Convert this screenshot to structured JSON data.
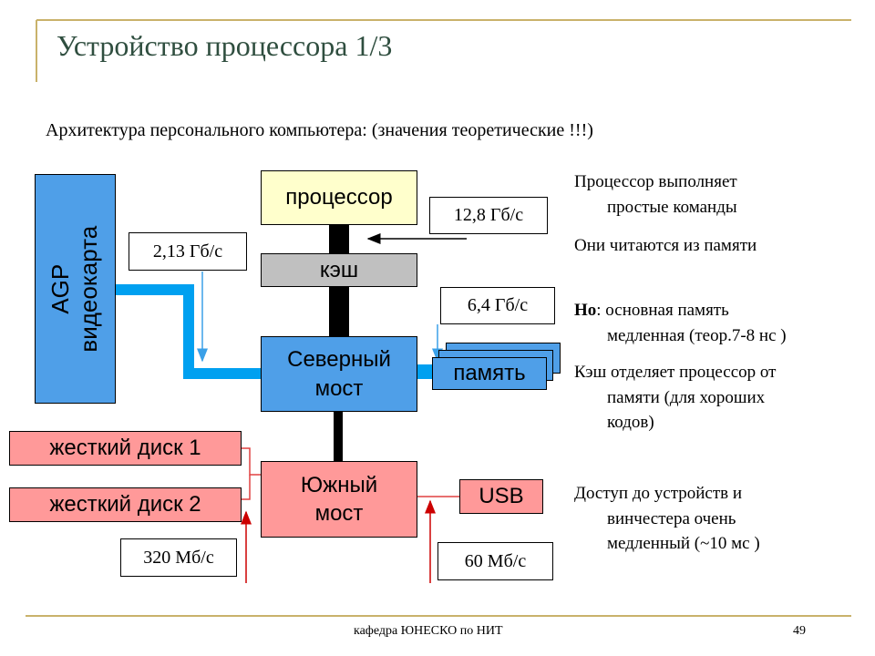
{
  "slide": {
    "title": "Устройство процессора 1/3",
    "subtitle": "Архитектура персонального компьютера: (значения теоретические !!!)",
    "footer": "кафедра ЮНЕСКО по НИТ",
    "page_number": "49"
  },
  "diagram": {
    "cpu": "процессор",
    "cache": "кэш",
    "north_bridge": "Северный мост",
    "memory": "память",
    "agp_line1": "AGP",
    "agp_line2": "видеокарта",
    "south_bridge": "Южный мост",
    "hdd1": "жесткий диск 1",
    "hdd2": "жесткий диск 2",
    "usb": "USB",
    "rates": {
      "cpu_cache": "12,8 Гб/с",
      "agp": "2,13 Гб/с",
      "memory": "6,4 Гб/с",
      "hdd": "320 Мб/с",
      "usb": "60 Мб/с"
    }
  },
  "notes": {
    "n1_line1": "Процессор выполняет",
    "n1_line2": "простые команды",
    "n2": "Они читаются из памяти",
    "n3_bold": "Но",
    "n3_rest": ": основная память",
    "n3_line2": "медленная (теор.7-8 нс )",
    "n4_line1": "Кэш отделяет процессор от",
    "n4_line2": "памяти (для хороших",
    "n4_line3": "кодов)",
    "n5_line1": "Доступ до устройств и",
    "n5_line2": "винчестера очень",
    "n5_line3": "медленный (~10 мс )"
  },
  "colors": {
    "accent_gold": "#c9b26b",
    "title_color": "#2f4e3f",
    "yellow_fill": "#ffffcc",
    "gray_fill": "#c0c0c0",
    "blue_fill": "#4f9fe8",
    "bus_blue": "#00a0f0",
    "pink_fill": "#ff9999",
    "arrow_blue": "#3aa0e8",
    "arrow_red": "#cc0000",
    "wire_red": "#e04040"
  }
}
